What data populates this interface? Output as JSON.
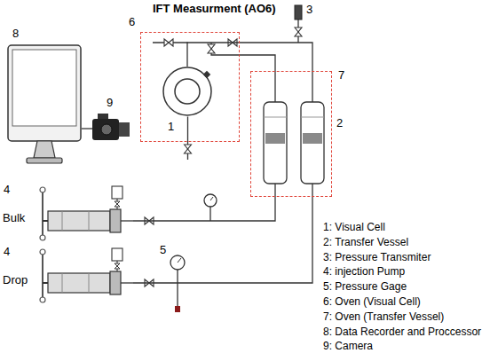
{
  "diagram": {
    "title": "IFT Measurment (AO6)",
    "nodes": [
      {
        "text": [
          "8"
        ]
      },
      {
        "text": [
          "9"
        ]
      },
      {
        "text": [
          "6"
        ]
      },
      {
        "text": [
          "1"
        ],
        "in": 2
      },
      {
        "text": [
          "7"
        ]
      },
      {
        "text": [
          "2"
        ],
        "in": 4
      },
      {
        "text": [
          "4",
          "Bulk"
        ]
      },
      {
        "text": [
          "4",
          "Drop"
        ]
      }
    ],
    "edges": [
      {
        "from": 1,
        "to": 0,
        "arrow": "none"
      },
      {
        "from": 6,
        "to": 4,
        "arrow": "none"
      },
      {
        "from": 7,
        "to": 5,
        "arrow": "none"
      },
      {
        "from": 5,
        "to": 3,
        "arrow": "none"
      }
    ],
    "labels": [
      "3",
      "5",
      "1: Visual Cell",
      "2: Transfer Vessel",
      "3: Pressure Transmiter",
      "4: injection Pump",
      "5: Pressure Gage",
      "6: Oven (Visual Cell)",
      "7: Oven (Transfer Vessel)",
      "8: Data Recorder and Proccessor",
      "9: Camera"
    ]
  }
}
